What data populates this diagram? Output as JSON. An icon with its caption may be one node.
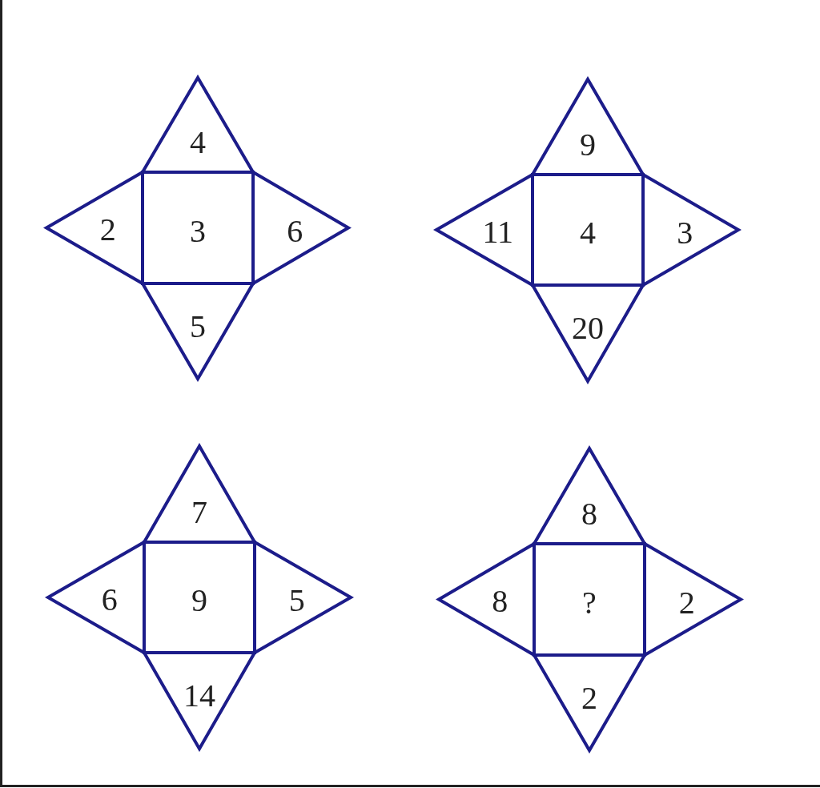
{
  "diagram": {
    "nodes": [
      {
        "text": [
          "4"
        ]
      },
      {
        "text": [
          "2"
        ]
      },
      {
        "text": [
          "3"
        ]
      },
      {
        "text": [
          "6"
        ]
      },
      {
        "text": [
          "5"
        ]
      },
      {
        "text": [
          "9"
        ]
      },
      {
        "text": [
          "11"
        ]
      },
      {
        "text": [
          "4"
        ]
      },
      {
        "text": [
          "3"
        ]
      },
      {
        "text": [
          "20"
        ]
      },
      {
        "text": [
          "7"
        ]
      },
      {
        "text": [
          "6"
        ]
      },
      {
        "text": [
          "9"
        ]
      },
      {
        "text": [
          "5"
        ]
      },
      {
        "text": [
          "14"
        ]
      },
      {
        "text": [
          "8"
        ]
      },
      {
        "text": [
          "8"
        ]
      },
      {
        "text": [
          "?"
        ]
      },
      {
        "text": [
          "2"
        ]
      },
      {
        "text": [
          "2"
        ]
      }
    ]
  }
}
